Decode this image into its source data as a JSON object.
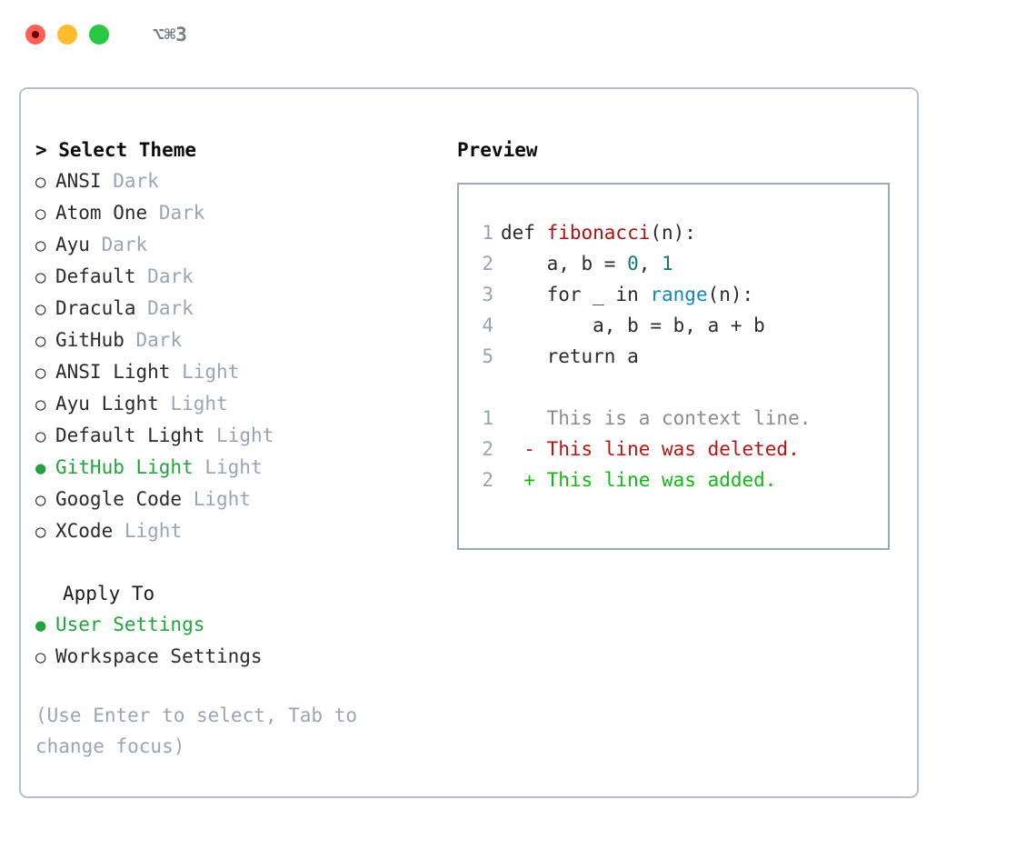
{
  "titlebar": {
    "shortcut": "⌥⌘3",
    "buttons": [
      {
        "name": "close",
        "color": "#ff5f57"
      },
      {
        "name": "minimize",
        "color": "#ffbd2e"
      },
      {
        "name": "zoom",
        "color": "#28c840"
      }
    ]
  },
  "theme_picker": {
    "header": "> Select Theme",
    "items": [
      {
        "bullet": "○",
        "label": "ANSI",
        "variant": "Dark",
        "selected": false
      },
      {
        "bullet": "○",
        "label": "Atom One",
        "variant": "Dark",
        "selected": false
      },
      {
        "bullet": "○",
        "label": "Ayu",
        "variant": "Dark",
        "selected": false
      },
      {
        "bullet": "○",
        "label": "Default",
        "variant": "Dark",
        "selected": false
      },
      {
        "bullet": "○",
        "label": "Dracula",
        "variant": "Dark",
        "selected": false
      },
      {
        "bullet": "○",
        "label": "GitHub",
        "variant": "Dark",
        "selected": false
      },
      {
        "bullet": "○",
        "label": "ANSI Light",
        "variant": "Light",
        "selected": false
      },
      {
        "bullet": "○",
        "label": "Ayu Light",
        "variant": "Light",
        "selected": false
      },
      {
        "bullet": "○",
        "label": "Default Light",
        "variant": "Light",
        "selected": false
      },
      {
        "bullet": "●",
        "label": "GitHub Light",
        "variant": "Light",
        "selected": true
      },
      {
        "bullet": "○",
        "label": "Google Code",
        "variant": "Light",
        "selected": false
      },
      {
        "bullet": "○",
        "label": "XCode",
        "variant": "Light",
        "selected": false
      }
    ]
  },
  "apply_to": {
    "header": "Apply To",
    "items": [
      {
        "bullet": "●",
        "label": "User Settings",
        "selected": true
      },
      {
        "bullet": "○",
        "label": "Workspace Settings",
        "selected": false
      }
    ]
  },
  "hint": "(Use Enter to select, Tab to change focus)",
  "preview": {
    "title": "Preview",
    "code_lines": [
      {
        "num": "1",
        "indent": "",
        "tokens": [
          {
            "t": "def ",
            "c": "kw"
          },
          {
            "t": "fibonacci",
            "c": "fn"
          },
          {
            "t": "(n):",
            "c": "plain"
          }
        ]
      },
      {
        "num": "2",
        "indent": "    ",
        "tokens": [
          {
            "t": "a, b = ",
            "c": "plain"
          },
          {
            "t": "0",
            "c": "num"
          },
          {
            "t": ", ",
            "c": "plain"
          },
          {
            "t": "1",
            "c": "num"
          }
        ]
      },
      {
        "num": "3",
        "indent": "    ",
        "tokens": [
          {
            "t": "for _ in ",
            "c": "kw"
          },
          {
            "t": "range",
            "c": "call"
          },
          {
            "t": "(n):",
            "c": "plain"
          }
        ]
      },
      {
        "num": "4",
        "indent": "        ",
        "tokens": [
          {
            "t": "a, b = b, a + b",
            "c": "plain"
          }
        ]
      },
      {
        "num": "5",
        "indent": "    ",
        "tokens": [
          {
            "t": "return a",
            "c": "kw"
          }
        ]
      }
    ],
    "diff_lines": [
      {
        "num": "1",
        "marker": " ",
        "text": "This is a context line.",
        "kind": "ctx"
      },
      {
        "num": "2",
        "marker": "-",
        "text": "This line was deleted.",
        "kind": "del"
      },
      {
        "num": "2",
        "marker": "+",
        "text": "This line was added.",
        "kind": "add"
      }
    ]
  },
  "colors": {
    "accent_green": "#22a33e",
    "muted": "#9aa5b4",
    "border": "#b6bfcb",
    "code_border": "#9aa7b8",
    "fn_red": "#b01010",
    "num_teal": "#0e7a70",
    "call_blue": "#1389b8",
    "diff_del": "#b81414",
    "diff_add": "#14b814"
  }
}
